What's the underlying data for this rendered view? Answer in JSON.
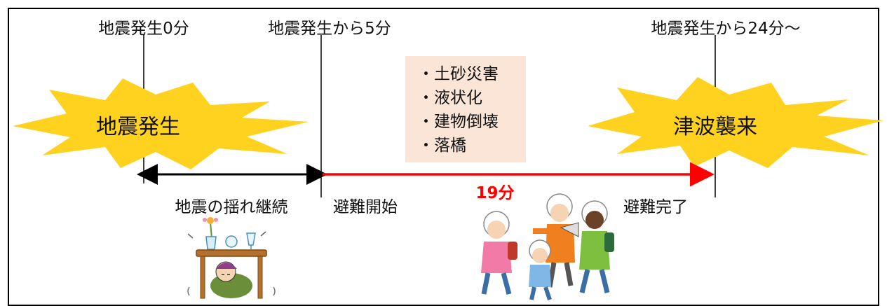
{
  "timeline": {
    "top_labels": {
      "quake_time": "地震発生0分",
      "evacuation_start_time": "地震発生から5分",
      "tsunami_time": "地震発生から24分～"
    },
    "bursts": {
      "earthquake": "地震発生",
      "tsunami": "津波襲来"
    },
    "hazards": {
      "items": [
        "・土砂災害",
        "・液状化",
        "・建物倒壊",
        "・落橋"
      ],
      "box_color": "#fbe5d6"
    },
    "phases": {
      "shaking": "地震の揺れ継続",
      "evacuation_start": "避難開始",
      "duration": "19分",
      "evacuation_complete": "避難完了"
    },
    "colors": {
      "burst_fill": "#ffd21f",
      "arrow_black": "#000000",
      "arrow_red": "#ff0000",
      "duration_text": "#ff0000"
    },
    "illustrations": {
      "left": "person-under-table-illustration",
      "right": "evacuating-people-illustration"
    }
  }
}
